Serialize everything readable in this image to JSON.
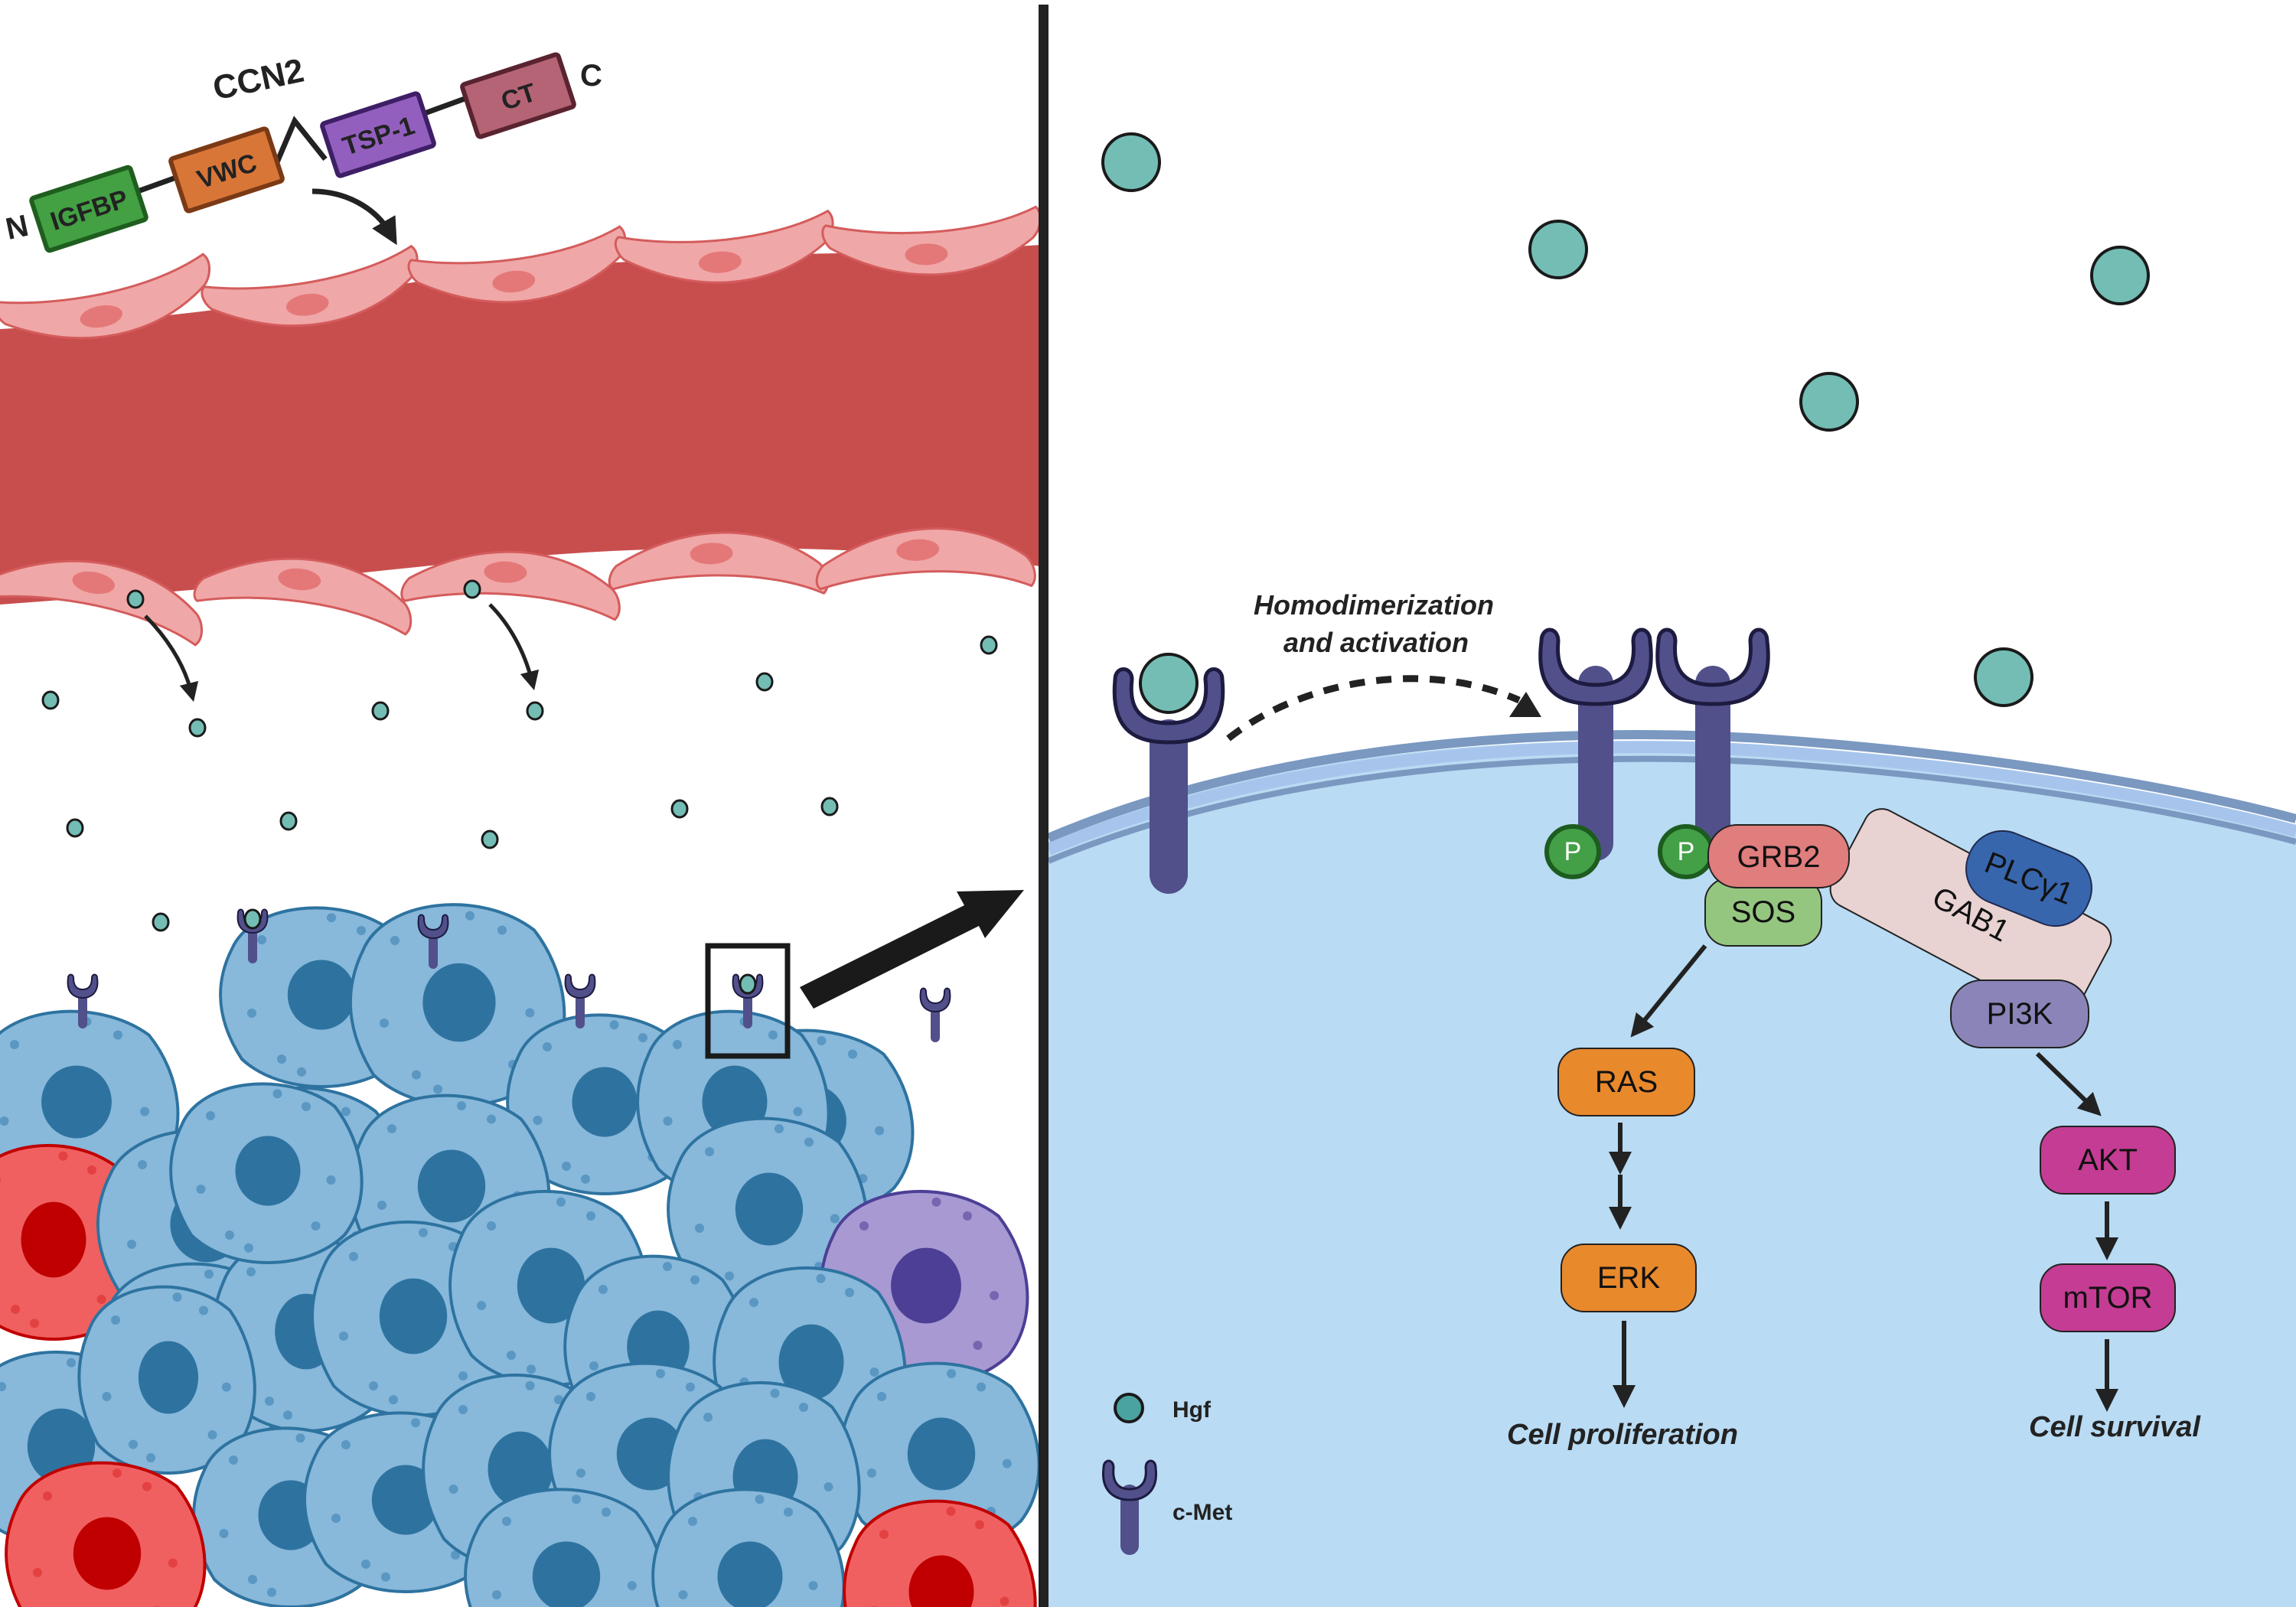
{
  "colors": {
    "hgf": "#73bdb5",
    "cmet": "#51508b",
    "vessel_lumen": "#c84e4e",
    "endothelial": "#f0a7a7",
    "endothelial_nucleus": "#e47878",
    "cell_body": "#88b8da",
    "cell_nucleus": "#2e73a0",
    "red_cell_body": "#f06060",
    "red_cell_nucleus": "#c00000",
    "purple_cell_body": "#a899d3",
    "purple_cell_nucleus": "#4c3f95",
    "cytoplasm": "#b9dbf3",
    "membrane_outer": "#7a98c0",
    "membrane_inner": "#a7c5ec",
    "phospho": "#43a047",
    "grb2": "#e07d7d",
    "sos": "#95c680",
    "gab1": "#e8d2d2",
    "plcg1": "#3866ad",
    "pi3k": "#8a84b8",
    "ras_erk": "#e8892c",
    "akt_mtor": "#c43c93",
    "igfbp": "#43a043",
    "vwc": "#d87638",
    "tsp1": "#925fbf",
    "ct": "#b56475"
  },
  "ccn2": {
    "title": "CCN2",
    "n_terminus": "N",
    "c_terminus": "C",
    "domains": [
      {
        "name": "IGFBP"
      },
      {
        "name": "VWC"
      },
      {
        "name": "TSP-1"
      },
      {
        "name": "CT"
      }
    ]
  },
  "annotation": {
    "line1": "Homodimerization",
    "line2": "and activation"
  },
  "phospho_label": "P",
  "proteins": {
    "grb2": "GRB2",
    "sos": "SOS",
    "gab1": "GAB1",
    "plcg1": "PLCγ1",
    "pi3k": "PI3K",
    "ras": "RAS",
    "erk": "ERK",
    "akt": "AKT",
    "mtor": "mTOR"
  },
  "outcomes": {
    "proliferation": "Cell proliferation",
    "survival": "Cell survival"
  },
  "legend": {
    "items": [
      {
        "icon": "hgf-icon",
        "label": "Hgf"
      },
      {
        "icon": "c-met-receptor-icon",
        "label": "c-Met"
      }
    ]
  }
}
